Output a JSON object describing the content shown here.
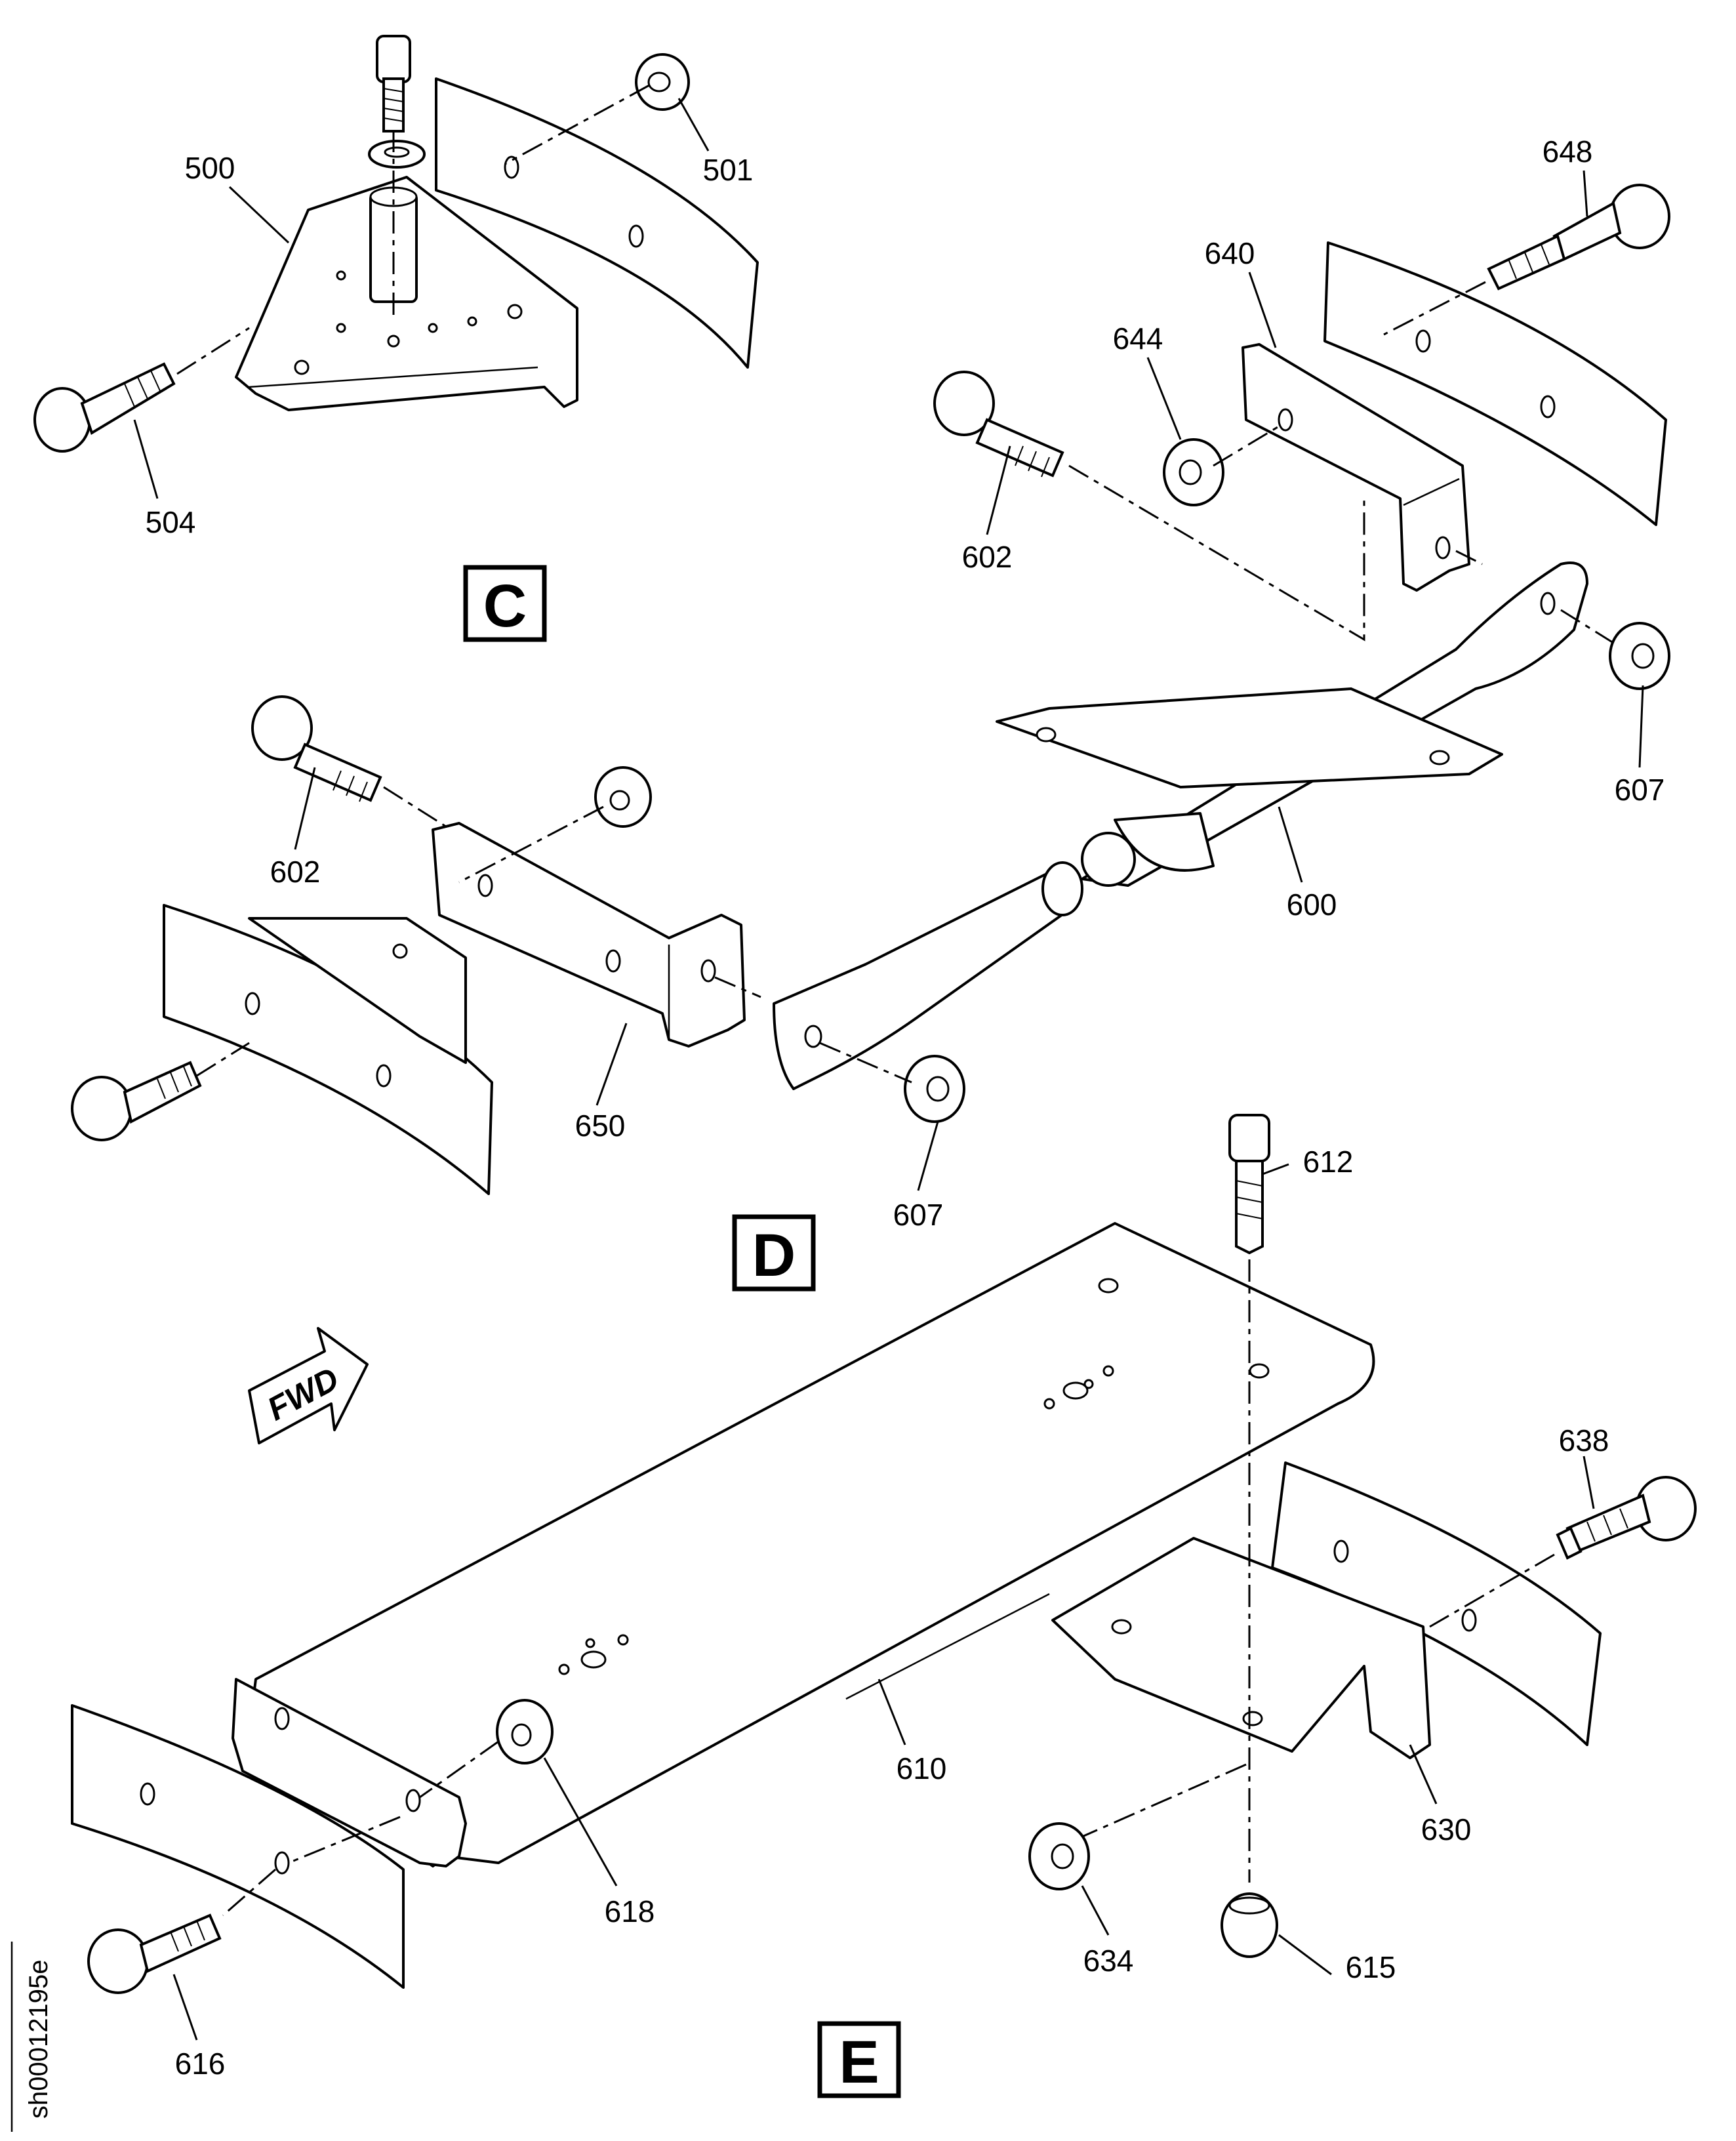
{
  "views": [
    {
      "id": "C",
      "letter": "C"
    },
    {
      "id": "D",
      "letter": "D"
    },
    {
      "id": "E",
      "letter": "E"
    }
  ],
  "callouts": {
    "c500": "500",
    "c501": "501",
    "c504": "504",
    "c648": "648",
    "c640": "640",
    "c644": "644",
    "c602a": "602",
    "c602b": "602",
    "c607a": "607",
    "c600": "600",
    "c650": "650",
    "c607b": "607",
    "c612": "612",
    "c638": "638",
    "c610": "610",
    "c630": "630",
    "c618": "618",
    "c616": "616",
    "c634": "634",
    "c615": "615"
  },
  "fwd_label": "FWD",
  "document_id": "sh00012195e",
  "icons": [
    "fwd-arrow-icon"
  ]
}
